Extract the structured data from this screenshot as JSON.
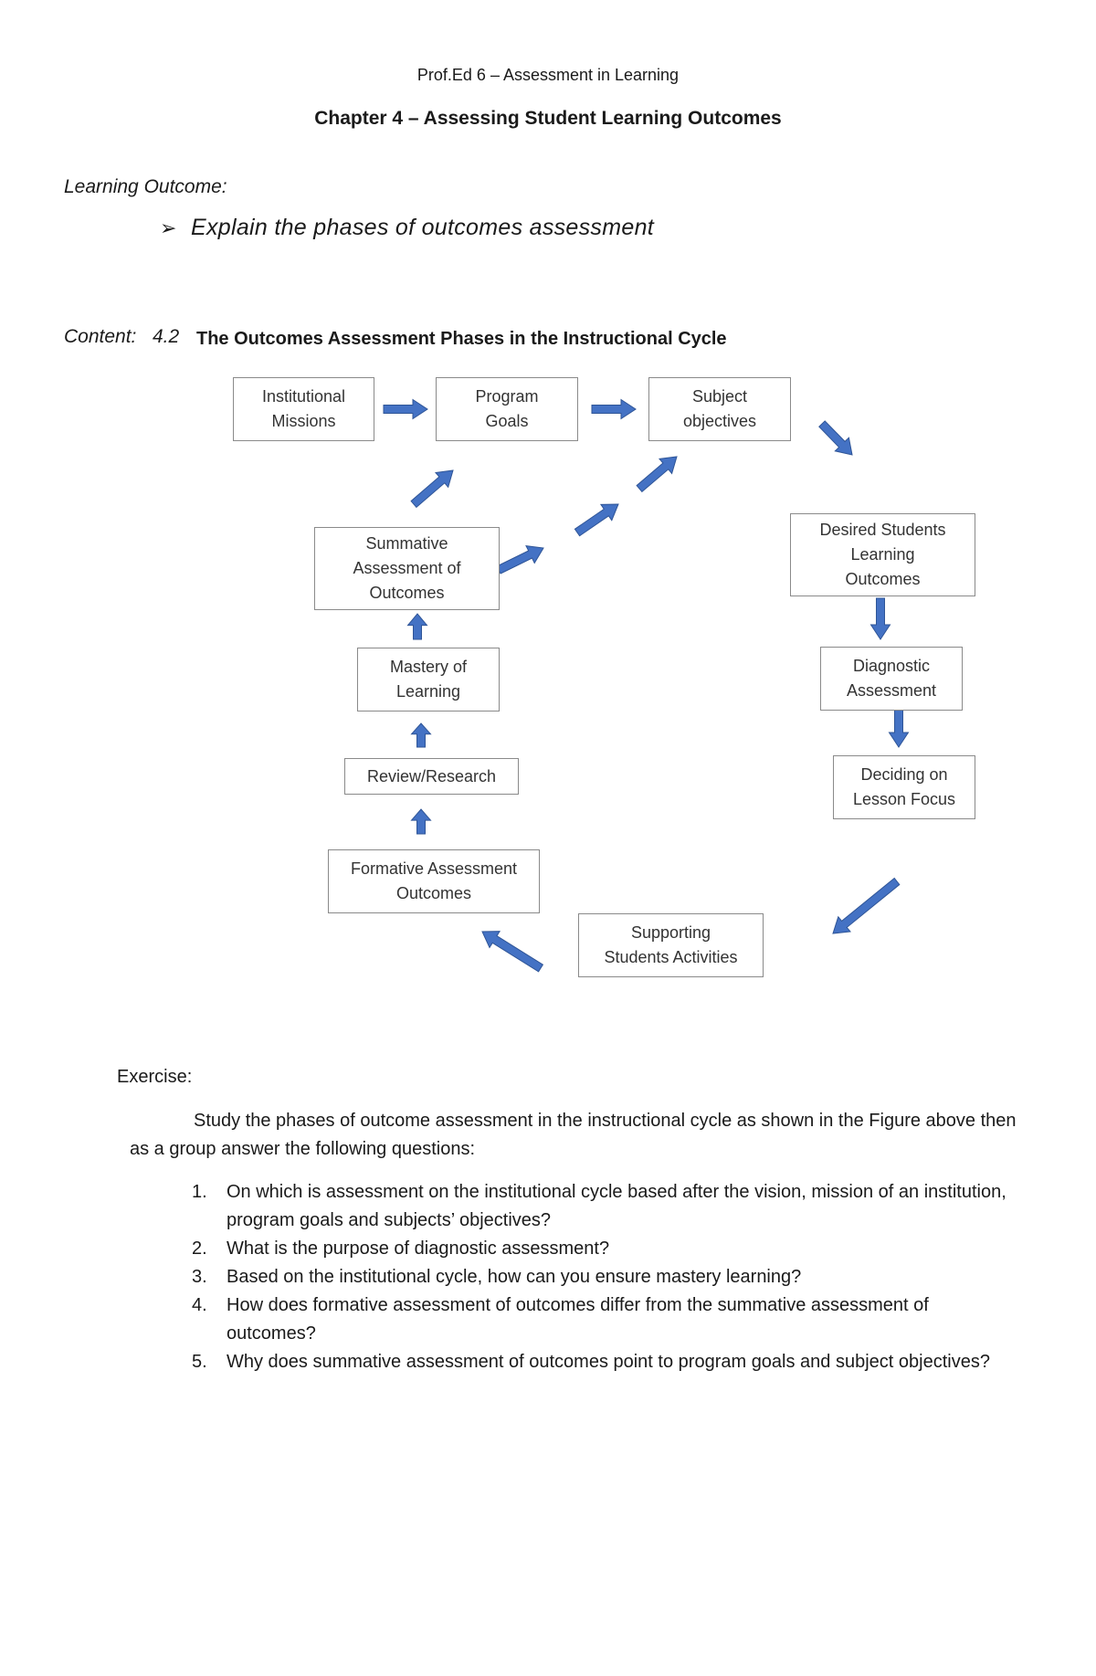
{
  "header": {
    "course": "Prof.Ed 6 – Assessment in Learning",
    "chapter": "Chapter 4 – Assessing Student Learning Outcomes"
  },
  "learning_outcome": {
    "label": "Learning Outcome:",
    "bullet_icon": "arrowhead-bullet-icon",
    "bullet_glyph": "➢",
    "item": "Explain the phases of outcomes assessment"
  },
  "content": {
    "label": "Content:",
    "section_number": "4.2",
    "title": "The Outcomes Assessment Phases in the Instructional Cycle"
  },
  "diagram": {
    "arrow_color": "#4472c4",
    "nodes": {
      "institutional_missions": [
        "Institutional",
        "Missions"
      ],
      "program_goals": [
        "Program",
        "Goals"
      ],
      "subject_objectives": [
        "Subject",
        "objectives"
      ],
      "desired_outcomes": [
        "Desired Students",
        "Learning",
        "Outcomes"
      ],
      "diagnostic_assessment": [
        "Diagnostic",
        "Assessment"
      ],
      "deciding_lesson_focus": [
        "Deciding on",
        "Lesson Focus"
      ],
      "supporting_activities": [
        "Supporting",
        "Students Activities"
      ],
      "formative_assessment": [
        "Formative Assessment",
        "Outcomes"
      ],
      "review_research": [
        "Review/Research"
      ],
      "mastery_learning": [
        "Mastery of",
        "Learning"
      ],
      "summative_assessment": [
        "Summative",
        "Assessment of",
        "Outcomes"
      ]
    }
  },
  "exercise": {
    "label": "Exercise:",
    "instructions": "Study the phases of outcome assessment in the instructional cycle as shown in the Figure above then as a group answer the following questions:",
    "questions": [
      {
        "n": "1.",
        "text": "On which is assessment on the institutional cycle based after the vision, mission of an institution, program goals and subjects’ objectives?"
      },
      {
        "n": "2.",
        "text": "What is the purpose of diagnostic assessment?"
      },
      {
        "n": "3.",
        "text": "Based on the institutional cycle, how can you ensure mastery learning?"
      },
      {
        "n": "4.",
        "text": "How does formative assessment of outcomes differ from the summative assessment of outcomes?"
      },
      {
        "n": "5.",
        "text": "Why does summative assessment of outcomes point to program goals and subject objectives?"
      }
    ]
  }
}
